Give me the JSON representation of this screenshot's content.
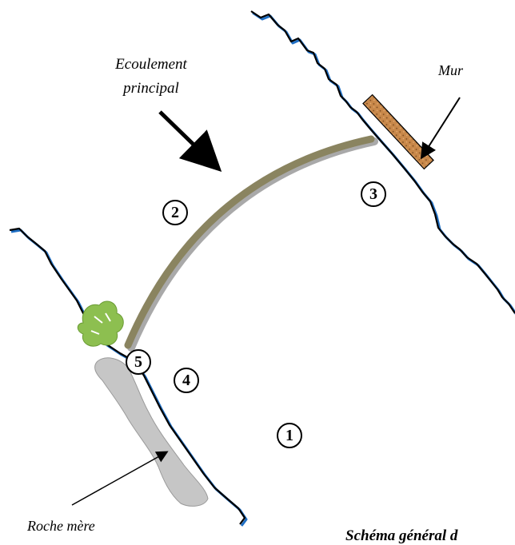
{
  "labels": {
    "flow_line1": "Ecoulement",
    "flow_line2": "principal",
    "wall": "Mur",
    "rock": "Roche mère",
    "caption": "Schéma général d"
  },
  "zones": [
    "1",
    "2",
    "3",
    "4",
    "5"
  ],
  "colors": {
    "bank": "#000000",
    "water_edge": "#1f6fc4",
    "weir_crest": "#8a8460",
    "weir_shadow": "#a9a9a9",
    "wall_fill": "#c8884a",
    "tree": "#8dbf50",
    "rock": "#c6c6c6"
  }
}
